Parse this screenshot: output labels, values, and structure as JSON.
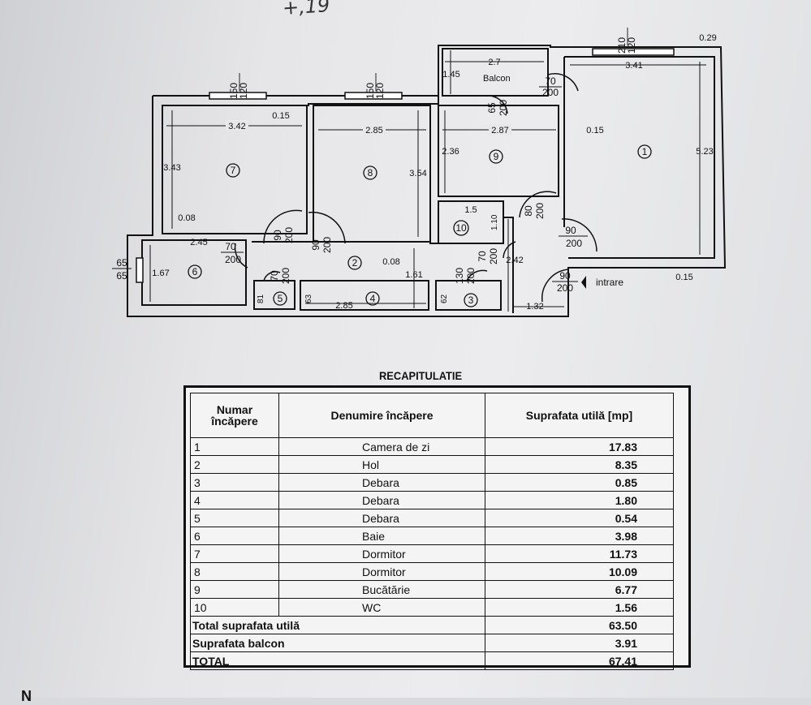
{
  "handwritten_note": "+,19",
  "plan": {
    "balcony_label": "Balcon",
    "entrance_label": "intrare",
    "rooms": [
      "1",
      "2",
      "3",
      "4",
      "5",
      "6",
      "7",
      "8",
      "9",
      "10"
    ],
    "dimensions": {
      "r7_width": "3.42",
      "r7_height": "3.43",
      "wall_a": "0.15",
      "r7_gap": "0.08",
      "r8_width": "2.85",
      "r8_height": "3.54",
      "r9_width": "2.87",
      "r9_height": "2.36",
      "wall_b": "0.15",
      "bal_width": "2.7",
      "bal_height": "1.45",
      "r1_width": "3.41",
      "r1_height": "5.23",
      "wall_c": "0.29",
      "wall_d": "0.15",
      "r10_width": "1.5",
      "r10_height": "1.10",
      "hall_height": "2.42",
      "r6_width": "2.45",
      "r6_height": "1.67",
      "hall_gap": "0.08",
      "hall_width": "1.61",
      "r4_width": "2.85",
      "r3_width": "1.32",
      "w5": "81",
      "w4": "63",
      "w3": "62"
    },
    "openings": {
      "win7_top": "150",
      "win7_bot": "120",
      "win8_top": "150",
      "win8_bot": "120",
      "win1_top": "210",
      "win1_bot": "120",
      "win6_top": "65",
      "win6_bot": "65",
      "door_bal_top": "70",
      "door_bal_bot": "200",
      "door_9_top": "65",
      "door_9_bot": "200",
      "door_9b_top": "80",
      "door_9b_bot": "200",
      "door_7_top": "90",
      "door_7_bot": "200",
      "door_8_top": "90",
      "door_8_bot": "200",
      "door_6_top": "70",
      "door_6_bot": "200",
      "door_5_top": "70",
      "door_5_bot": "200",
      "door_3_top": "130",
      "door_3_bot": "200",
      "door_10_top": "70",
      "door_10_bot": "200",
      "door_1_top": "90",
      "door_1_bot": "200",
      "door_in_top": "90",
      "door_in_bot": "200"
    }
  },
  "recap": {
    "title": "RECAPITULATIE",
    "headers": [
      "Numar încăpere",
      "Denumire încăpere",
      "Suprafata utilă [mp]"
    ],
    "rows": [
      {
        "nr": "1",
        "name": "Camera de zi",
        "area": "17.83"
      },
      {
        "nr": "2",
        "name": "Hol",
        "area": "8.35"
      },
      {
        "nr": "3",
        "name": "Debara",
        "area": "0.85"
      },
      {
        "nr": "4",
        "name": "Debara",
        "area": "1.80"
      },
      {
        "nr": "5",
        "name": "Debara",
        "area": "0.54"
      },
      {
        "nr": "6",
        "name": "Baie",
        "area": "3.98"
      },
      {
        "nr": "7",
        "name": "Dormitor",
        "area": "11.73"
      },
      {
        "nr": "8",
        "name": "Dormitor",
        "area": "10.09"
      },
      {
        "nr": "9",
        "name": "Bucătărie",
        "area": "6.77"
      },
      {
        "nr": "10",
        "name": "WC",
        "area": "1.56"
      }
    ],
    "total_util_label": "Total suprafata utilă",
    "total_util_value": "63.50",
    "balcony_label": "Suprafata balcon",
    "balcony_value": "3.91",
    "total_label": "TOTAL",
    "total_value": "67.41"
  },
  "footer_text": "N"
}
